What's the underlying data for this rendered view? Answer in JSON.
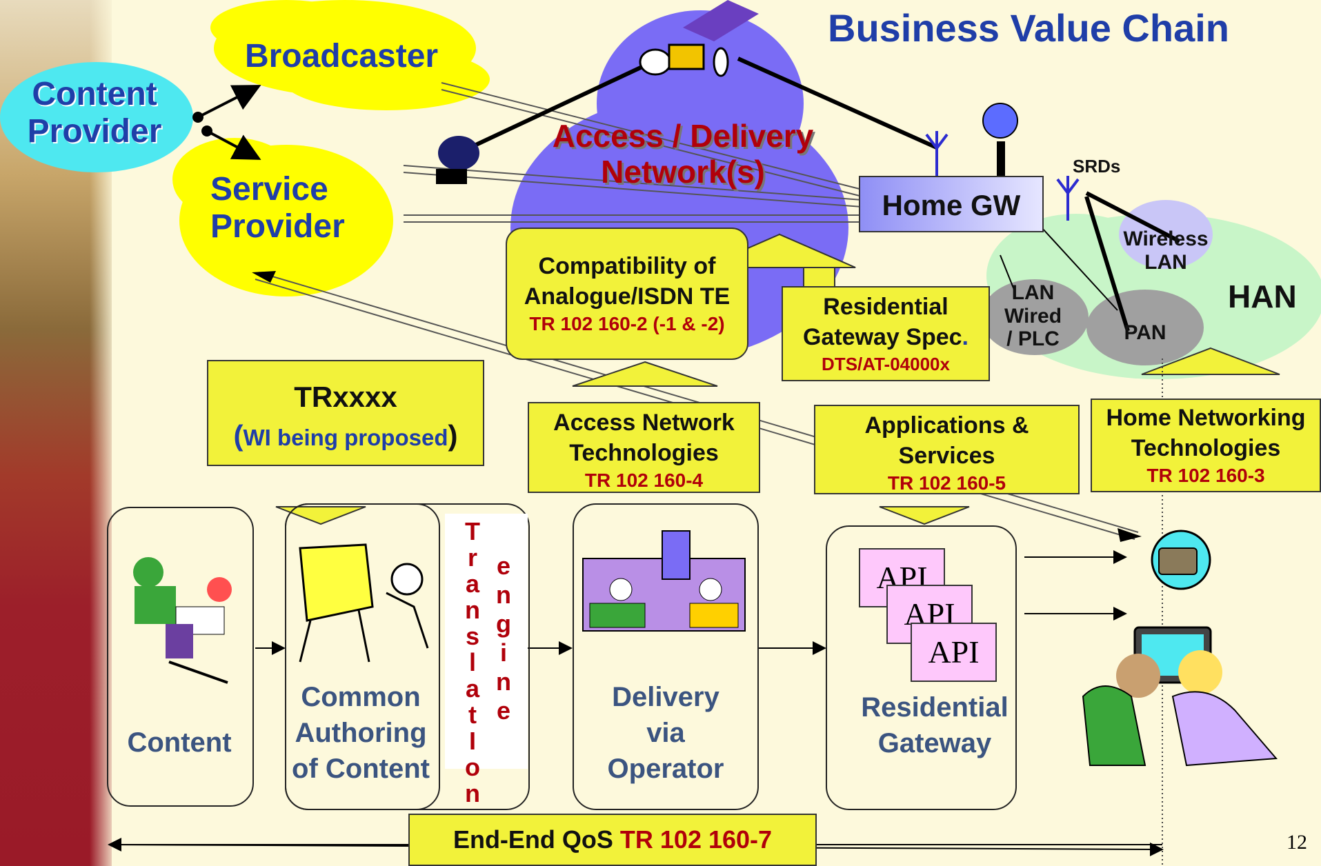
{
  "title": "Business Value Chain",
  "clouds": {
    "content_provider": [
      "Content",
      "Provider"
    ],
    "broadcaster": "Broadcaster",
    "service_provider": [
      "Service",
      "Provider"
    ],
    "network": [
      "Access / Delivery",
      "Network(s)"
    ]
  },
  "home_gw": "Home GW",
  "srds": "SRDs",
  "han": "HAN",
  "han_items": {
    "wireless_lan": [
      "Wireless",
      "LAN"
    ],
    "lan_wired": [
      "LAN",
      "Wired",
      "/ PLC"
    ],
    "pan": "PAN"
  },
  "boxes": {
    "compat": {
      "line1": "Compatibility of",
      "line2": "Analogue/ISDN TE",
      "ref": "TR 102 160-2 (-1 & -2)"
    },
    "residential_spec": {
      "line1": "Residential",
      "line2": "Gateway Spec",
      "dot": ".",
      "ref": "DTS/AT-04000x"
    },
    "trxxxx": {
      "line1": "TRxxxx",
      "paren_open": "(",
      "line2": "WI being proposed",
      "paren_close": ")"
    },
    "access": {
      "line1": "Access Network",
      "line2": "Technologies",
      "ref": "TR 102 160-4"
    },
    "apps": {
      "line1": "Applications &",
      "line2": "Services",
      "ref": "TR 102 160-5"
    },
    "home_net": {
      "line1": "Home Networking",
      "line2": "Technologies",
      "ref": "TR 102 160-3"
    }
  },
  "chain": {
    "content": "Content",
    "authoring": [
      "Common",
      "Authoring",
      "of Content"
    ],
    "translation": [
      "T",
      "r",
      "a",
      "n",
      "s",
      "l",
      "a",
      "t",
      "I",
      "o",
      "n"
    ],
    "engine": [
      "e",
      "n",
      "g",
      "i",
      "n",
      "e"
    ],
    "delivery": [
      "Delivery",
      "via",
      "Operator"
    ],
    "gateway": [
      "Residential",
      "Gateway"
    ],
    "api": "API"
  },
  "qos": {
    "label": "End-End QoS ",
    "ref": "TR 102 160-7"
  },
  "page_number": "12",
  "colors": {
    "yellow": "#f2f23a",
    "cloud_yellow": "#ffff00",
    "cloud_cyan": "#4ee8f0",
    "network_blue": "#7a6cf5",
    "red_ref": "#b0000a",
    "title_blue": "#1f3ea8",
    "han_green": "#c8f5c8"
  }
}
